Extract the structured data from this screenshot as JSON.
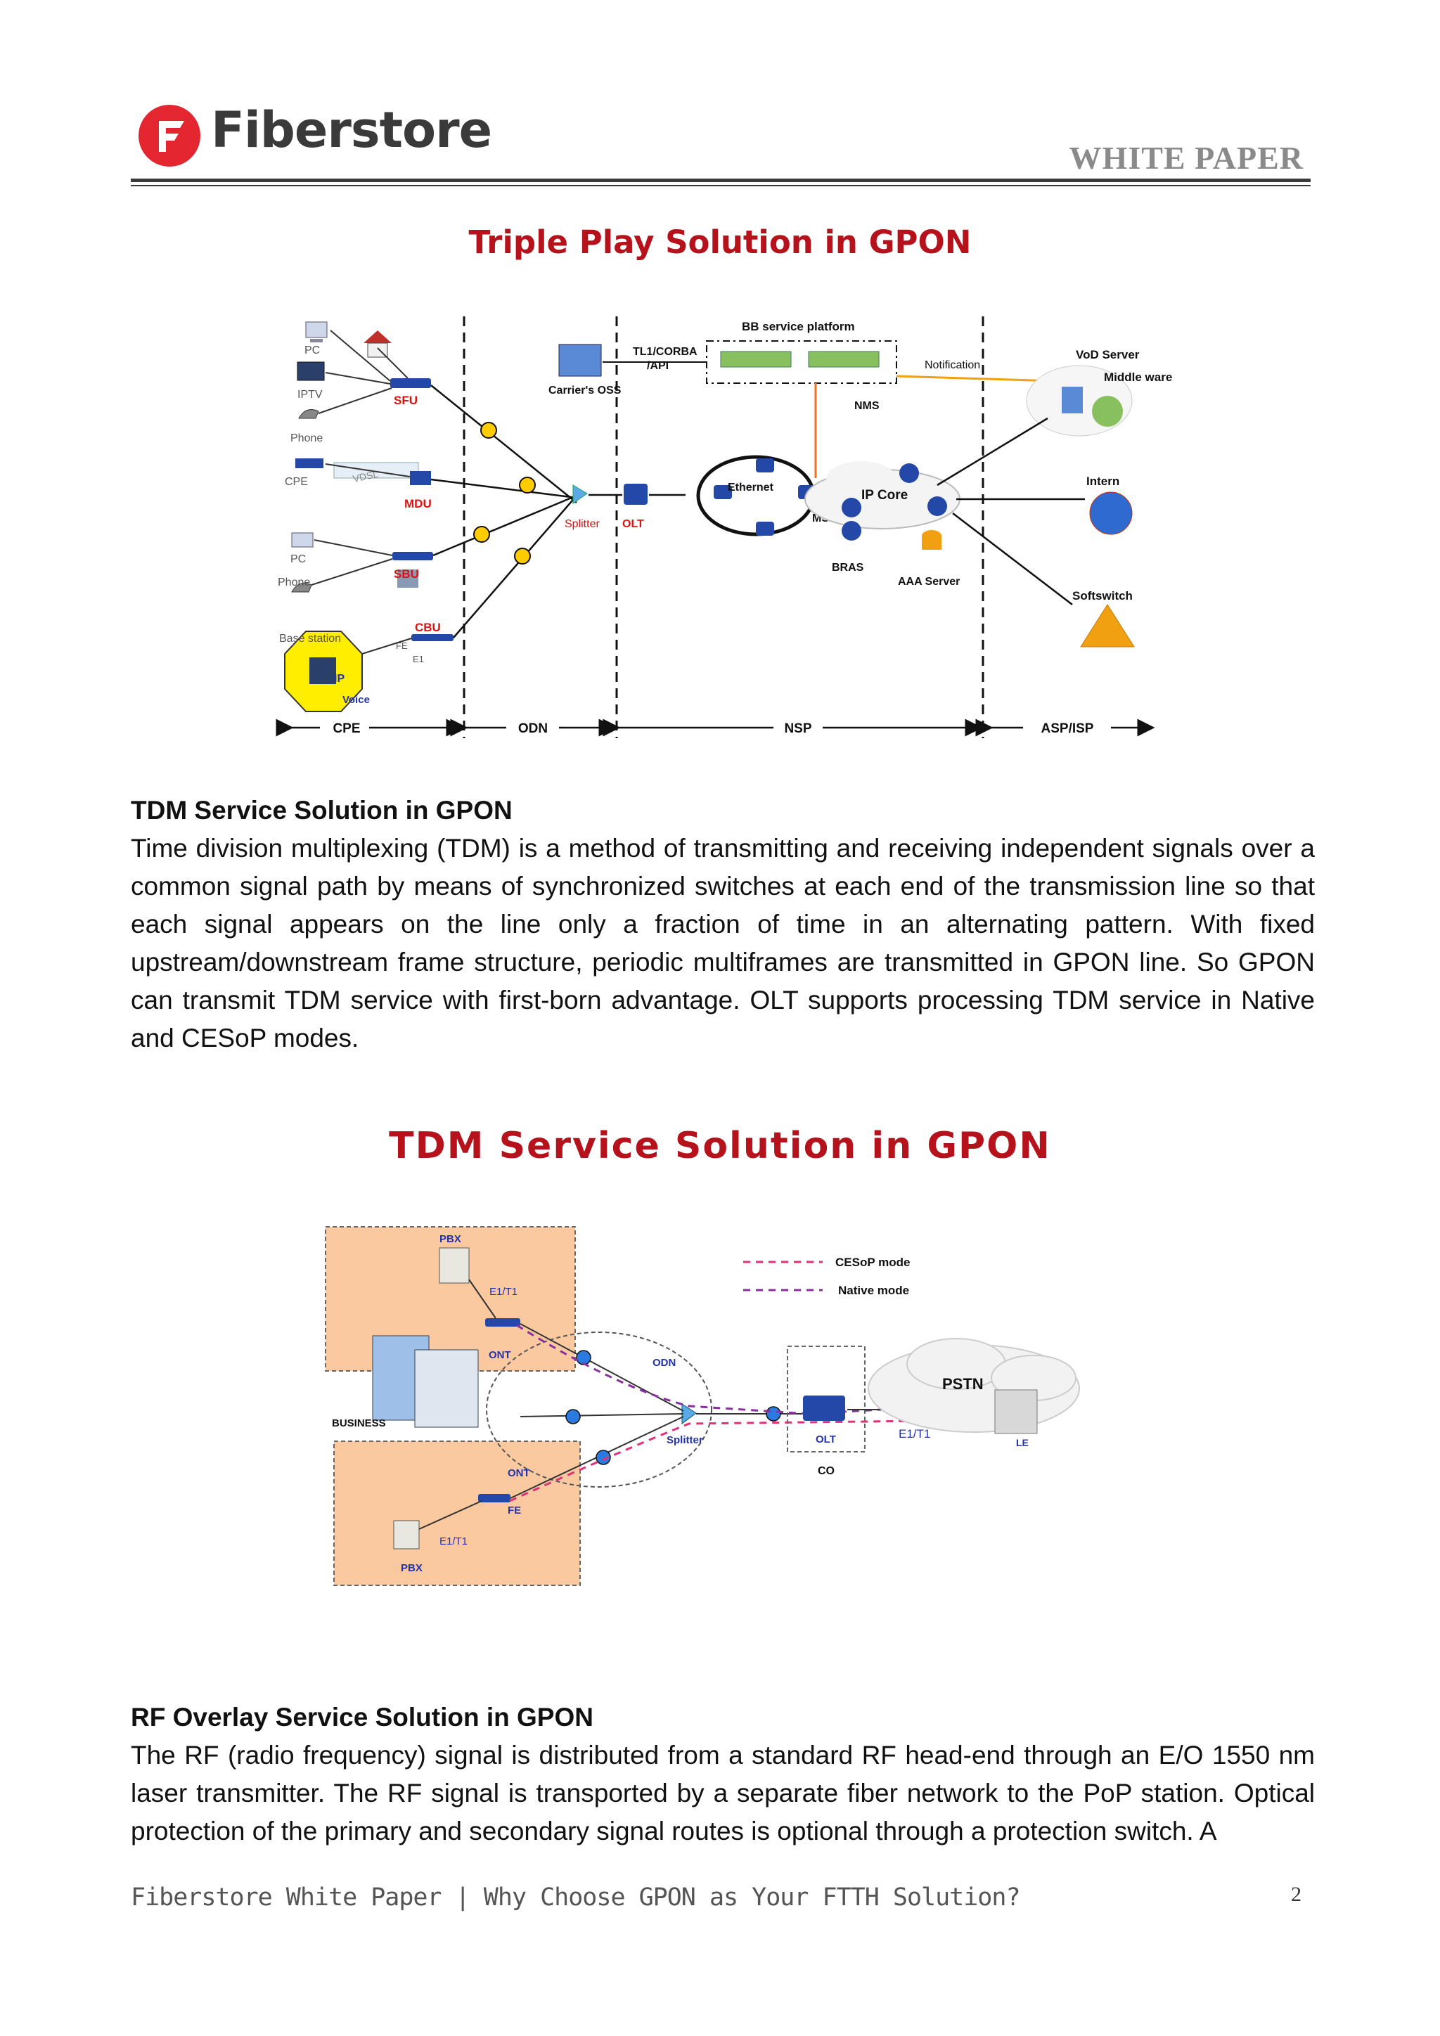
{
  "header": {
    "brand": "Fiberstore",
    "label": "WHITE PAPER",
    "colors": {
      "logo_red": "#e3262f",
      "rule": "#3a3a3a",
      "label_gray": "#8a8a8a"
    }
  },
  "figure1": {
    "title": "Triple Play Solution in GPON",
    "labels": {
      "pc_top": "PC",
      "iptv": "IPTV",
      "phone_top": "Phone",
      "sfu": "SFU",
      "cpe_device": "CPE",
      "vdsl": "VDSL",
      "mdu": "MDU",
      "pc_mid": "PC",
      "phone_mid": "Phone",
      "sbu": "SBU",
      "base_station": "Base station",
      "cbu": "CBU",
      "fe": "FE",
      "e1": "E1",
      "ip": "IP",
      "voice": "Voice",
      "splitter": "Splitter",
      "olt": "OLT",
      "carriers_oss": "Carrier's OSS",
      "tl1_corba": "TL1/CORBA",
      "api": "/API",
      "bb_platform": "BB service platform",
      "notification": "Notification",
      "nms": "NMS",
      "ethernet": "Ethernet",
      "mse": "MSE",
      "ip_core": "IP Core",
      "bras": "BRAS",
      "aaa_server": "AAA Server",
      "vod_server": "VoD Server",
      "middleware": "Middle ware",
      "internet": "Intern",
      "softswitch": "Softswitch",
      "seg_cpe": "CPE",
      "seg_odn": "ODN",
      "seg_nsp": "NSP",
      "seg_asp": "ASP/ISP"
    }
  },
  "sections": {
    "tdm": {
      "heading": "TDM Service Solution in GPON",
      "paragraph": "Time division multiplexing (TDM) is a method of transmitting and receiving independent signals over a common signal path by means of synchronized switches at each end of the transmission line so that each signal appears on the line only a fraction of time in an alternating pattern. With fixed upstream/downstream frame structure, periodic multiframes are transmitted in GPON line. So GPON can transmit TDM service with first-born advantage. OLT supports processing TDM service in Native and CESoP modes."
    },
    "rf": {
      "heading": "RF Overlay Service Solution in GPON",
      "paragraph": "The RF (radio frequency) signal is distributed from a standard RF head-end through an E/O 1550 nm laser transmitter. The RF signal is transported by a separate fiber network to the PoP station. Optical protection of the primary and secondary signal routes is optional through a protection switch. A"
    }
  },
  "figure2": {
    "title": "TDM  Service Solution in GPON",
    "labels": {
      "pbx_top": "PBX",
      "e1t1_top": "E1/T1",
      "ont_top": "ONT",
      "business": "BUSINESS",
      "odn": "ODN",
      "splitter": "Splitter",
      "ont_bottom": "ONT",
      "fe": "FE",
      "e1t1_bottom": "E1/T1",
      "pbx_bottom": "PBX",
      "olt": "OLT",
      "co": "CO",
      "e1t1_right": "E1/T1",
      "pstn": "PSTN",
      "le": "LE"
    },
    "legend": [
      {
        "label": "CESoP mode",
        "color": "#e0327a"
      },
      {
        "label": "Native mode",
        "color": "#8a2fa0"
      }
    ]
  },
  "footer": {
    "text": "Fiberstore White Paper | Why Choose GPON as Your FTTH Solution?",
    "page": "2"
  }
}
